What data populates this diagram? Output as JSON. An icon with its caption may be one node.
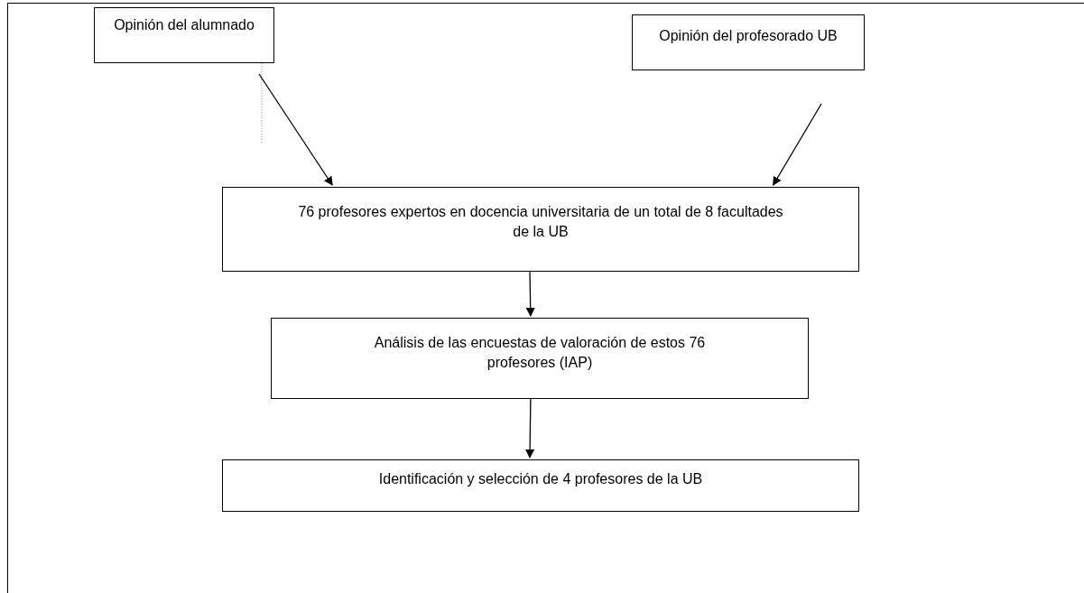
{
  "diagram": {
    "nodes": [
      {
        "text": [
          "Opinión del alumnado"
        ]
      },
      {
        "text": [
          "Opinión del profesorado UB"
        ]
      },
      {
        "text": [
          "76 profesores expertos en docencia universitaria de un total de 8 facultades de la UB"
        ]
      },
      {
        "text": [
          "Análisis de las encuestas de valoración de estos 76 profesores (IAP)"
        ]
      },
      {
        "text": [
          "Identificación y selección de 4 profesores de la UB"
        ]
      }
    ],
    "edges": [
      {
        "from": 0,
        "to": 2,
        "arrow": "to"
      },
      {
        "from": 1,
        "to": 2,
        "arrow": "to"
      },
      {
        "from": 2,
        "to": 3,
        "arrow": "to"
      },
      {
        "from": 3,
        "to": 4,
        "arrow": "to"
      }
    ]
  }
}
